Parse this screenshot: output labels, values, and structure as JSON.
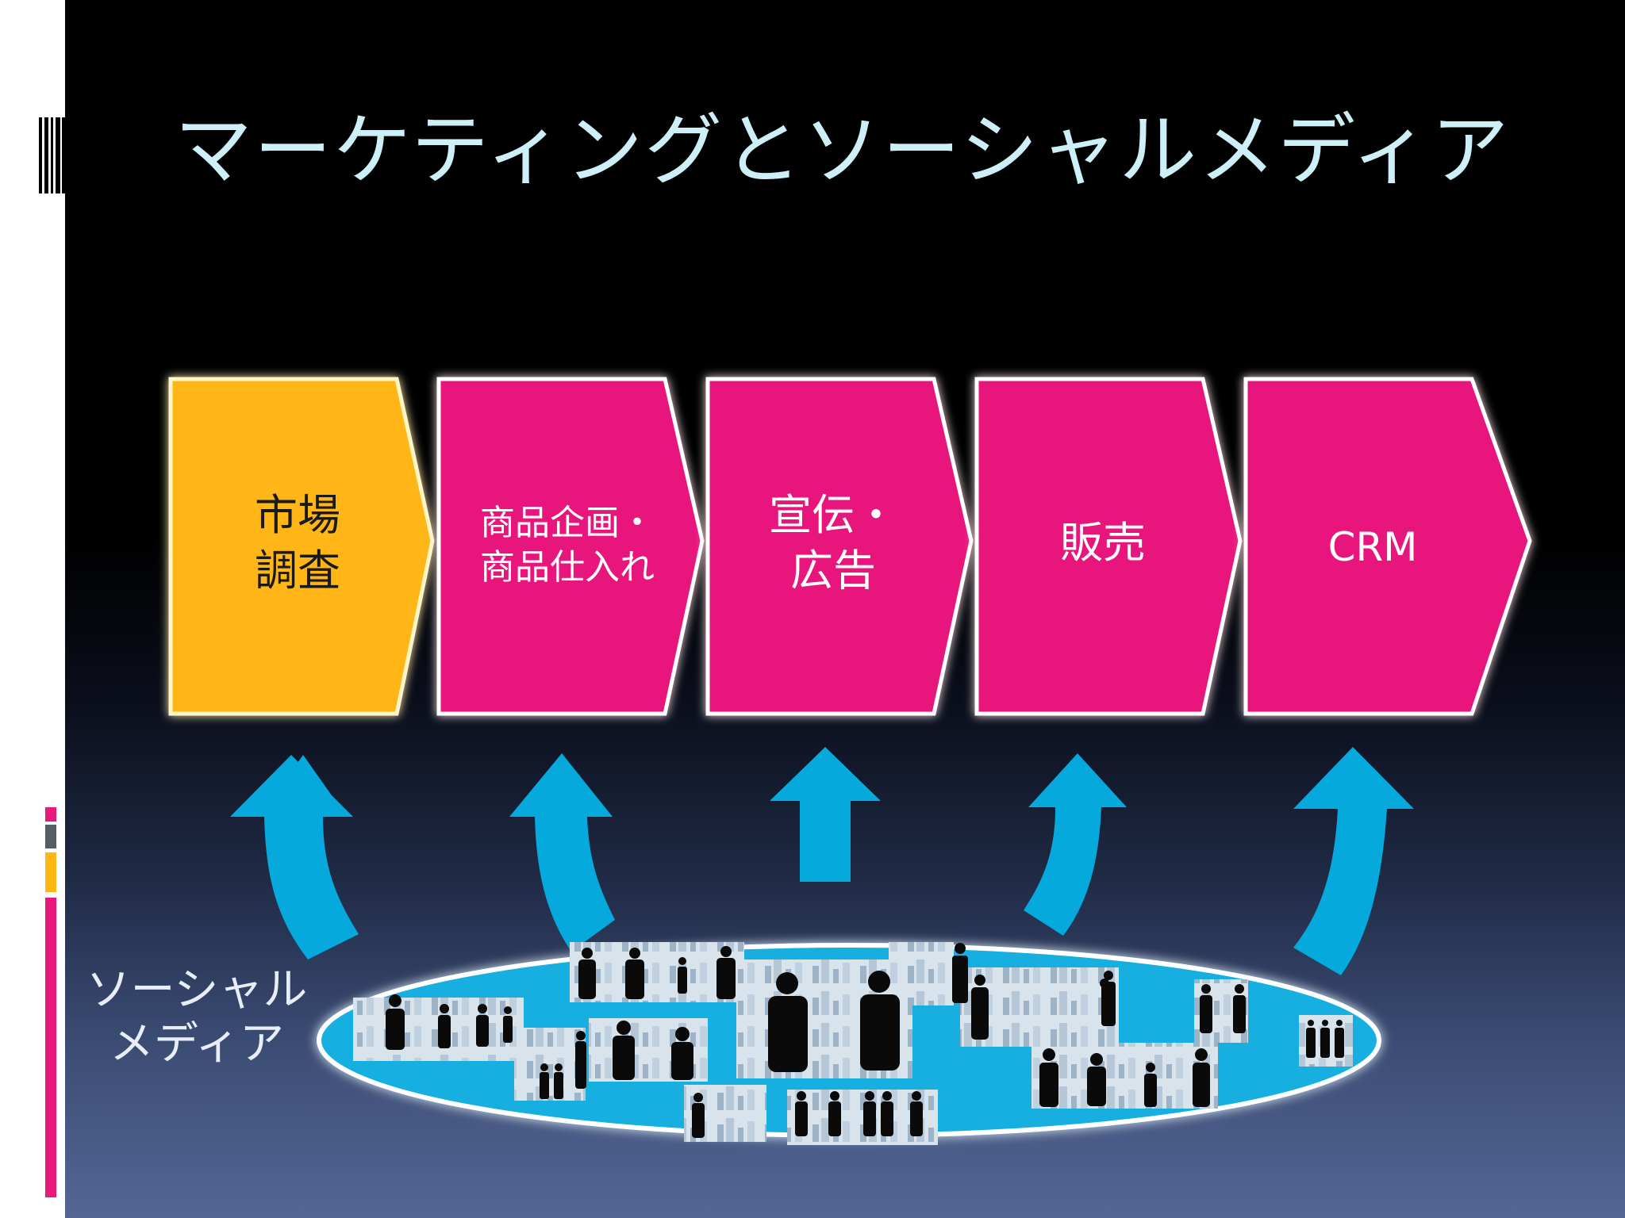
{
  "slide": {
    "title": "マーケティングとソーシャルメディア",
    "steps": [
      {
        "line1": "市場",
        "line2": "調査",
        "color": "#ffb612"
      },
      {
        "line1": "商品企画・",
        "line2": "商品仕入れ",
        "color": "#e8197b"
      },
      {
        "line1": "宣伝・",
        "line2": "広告",
        "color": "#e8197b"
      },
      {
        "line1": "販売",
        "line2": "",
        "color": "#e8197b"
      },
      {
        "line1": "CRM",
        "line2": "",
        "color": "#e8197b"
      }
    ],
    "social_media": {
      "line1": "ソーシャル",
      "line2": "メディア"
    },
    "colors": {
      "accent_pink": "#e8197b",
      "accent_gold": "#ffb612",
      "arrow_blue": "#05a9dc",
      "title_text": "#cdeff8",
      "ellipse_fill": "#16afe0"
    }
  }
}
